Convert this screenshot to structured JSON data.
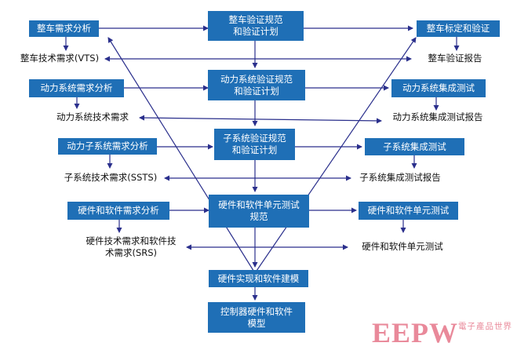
{
  "colors": {
    "box": "#1f6fb6",
    "line": "#2a2f8c",
    "logo": "#e9899a"
  },
  "boxes": {
    "vehicle_req_analysis": "整车需求分析",
    "vehicle_verif_spec": "整车验证规范\n和验证计划",
    "vehicle_calib_verif": "整车标定和验证",
    "powertrain_req_analysis": "动力系统需求分析",
    "powertrain_verif_spec": "动力系统验证规范\n和验证计划",
    "powertrain_integration_test": "动力系统集成测试",
    "powertrain_sub_req_analysis": "动力子系统需求分析",
    "subsystem_verif_spec": "子系统验证规范\n和验证计划",
    "subsystem_integration_test": "子系统集成测试",
    "hw_sw_req_analysis": "硬件和软件需求分析",
    "hw_sw_unit_test_spec": "硬件和软件单元测试\n规范",
    "hw_sw_unit_test": "硬件和软件单元测试",
    "hw_impl_sw_modeling": "硬件实现和软件建模",
    "controller_hw_sw_model": "控制器硬件和软件\n模型"
  },
  "texts": {
    "vts": "整车技术需求(VTS)",
    "vehicle_verif_report": "整车验证报告",
    "powertrain_tech_req": "动力系统技术需求",
    "powertrain_integration_report": "动力系统集成测试报告",
    "ssts": "子系统技术需求(SSTS)",
    "subsystem_integration_report": "子系统集成测试报告",
    "srs": "硬件技术需求和软件技\n术需求(SRS)",
    "hw_sw_unit_test_text": "硬件和软件单元测试"
  },
  "logo": {
    "main": "EEPW",
    "sub": "電子產品世界"
  }
}
